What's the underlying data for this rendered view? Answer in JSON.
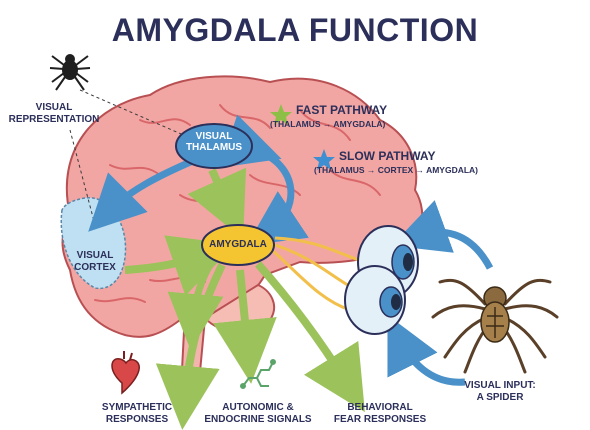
{
  "title": "AMYGDALA FUNCTION",
  "nodes": {
    "visual_thalamus": "VISUAL\nTHALAMUS",
    "amygdala": "AMYGDALA",
    "visual_cortex": "VISUAL\nCORTEX"
  },
  "legend": {
    "fast_title": "FAST PATHWAY",
    "fast_sub": "(THALAMUS → AMYGDALA)",
    "slow_title": "SLOW PATHWAY",
    "slow_sub": "(THALAMUS → CORTEX → AMYGDALA)"
  },
  "labels": {
    "visual_representation": "VISUAL\nREPRESENTATION",
    "visual_input": "VISUAL INPUT:\nA SPIDER",
    "sympathetic": "SYMPATHETIC\nRESPONSES",
    "autonomic": "AUTONOMIC &\nENDOCRINE SIGNALS",
    "behavioral": "BEHAVIORAL\nFEAR RESPONSES"
  },
  "colors": {
    "title": "#2b2f5a",
    "brain": "#f2a6a3",
    "brain_dark": "#d9676a",
    "thalamus": "#4a91c9",
    "amygdala": "#f4c531",
    "cortex": "#bfe0f2",
    "blue_arrow": "#4a91c9",
    "green_arrow": "#9cc25b",
    "fast_star": "#8dbf47",
    "slow_star": "#3d8fd1",
    "eye": "#e3f0f8"
  },
  "icons": [
    "spider-icon",
    "heart-icon",
    "molecule-icon",
    "eye-icon"
  ]
}
